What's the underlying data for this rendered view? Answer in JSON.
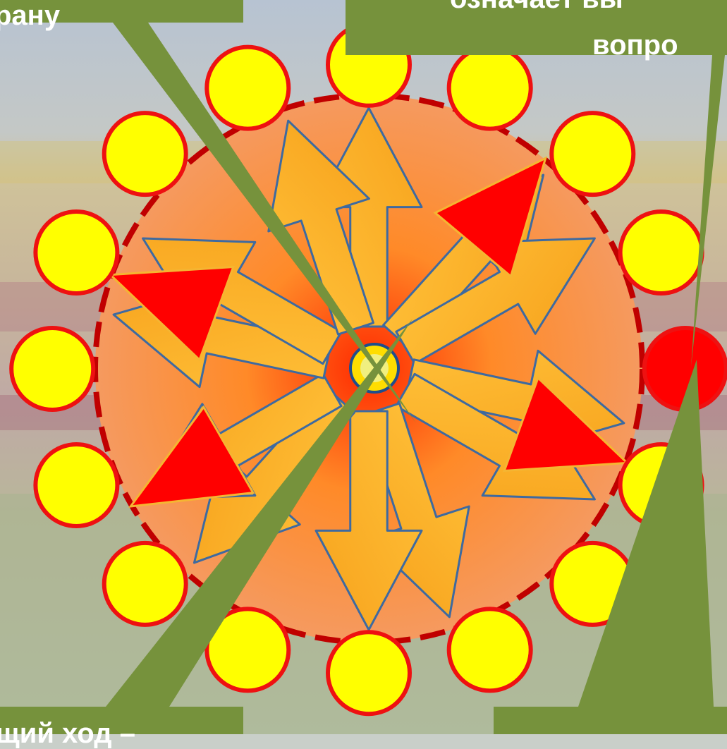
{
  "callouts": {
    "top_left": "рану",
    "top_right_line1": "означает вы",
    "top_right_line2": "вопро",
    "bottom_left": "щий ход –"
  },
  "wheel": {
    "outer_dots_total": 16,
    "active_dot_color": "#ff0000",
    "dot_fill": "#ffff00",
    "dot_border": "#ee1111",
    "callout_color": "#76923c",
    "arrow_color": "#f5b532",
    "red_arrow_color": "#ff0000",
    "dash_ring_color": "#c00000"
  }
}
